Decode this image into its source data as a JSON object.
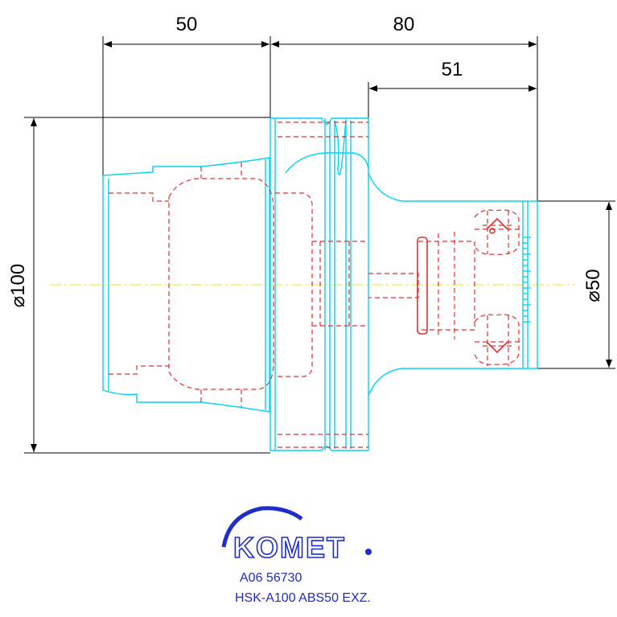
{
  "dimensions": {
    "top_left": "50",
    "top_right": "80",
    "upper_right": "51",
    "left_diameter": "⌀100",
    "right_diameter": "⌀50"
  },
  "logo": {
    "brand": "KOMET"
  },
  "info": {
    "part_number": "A06 56730",
    "description": "HSK-A100 ABS50 EXZ."
  },
  "colors": {
    "outline": "#00d6f0",
    "hidden": "#e03030",
    "centerline": "#e8e820",
    "brand": "#1f2cc8"
  }
}
